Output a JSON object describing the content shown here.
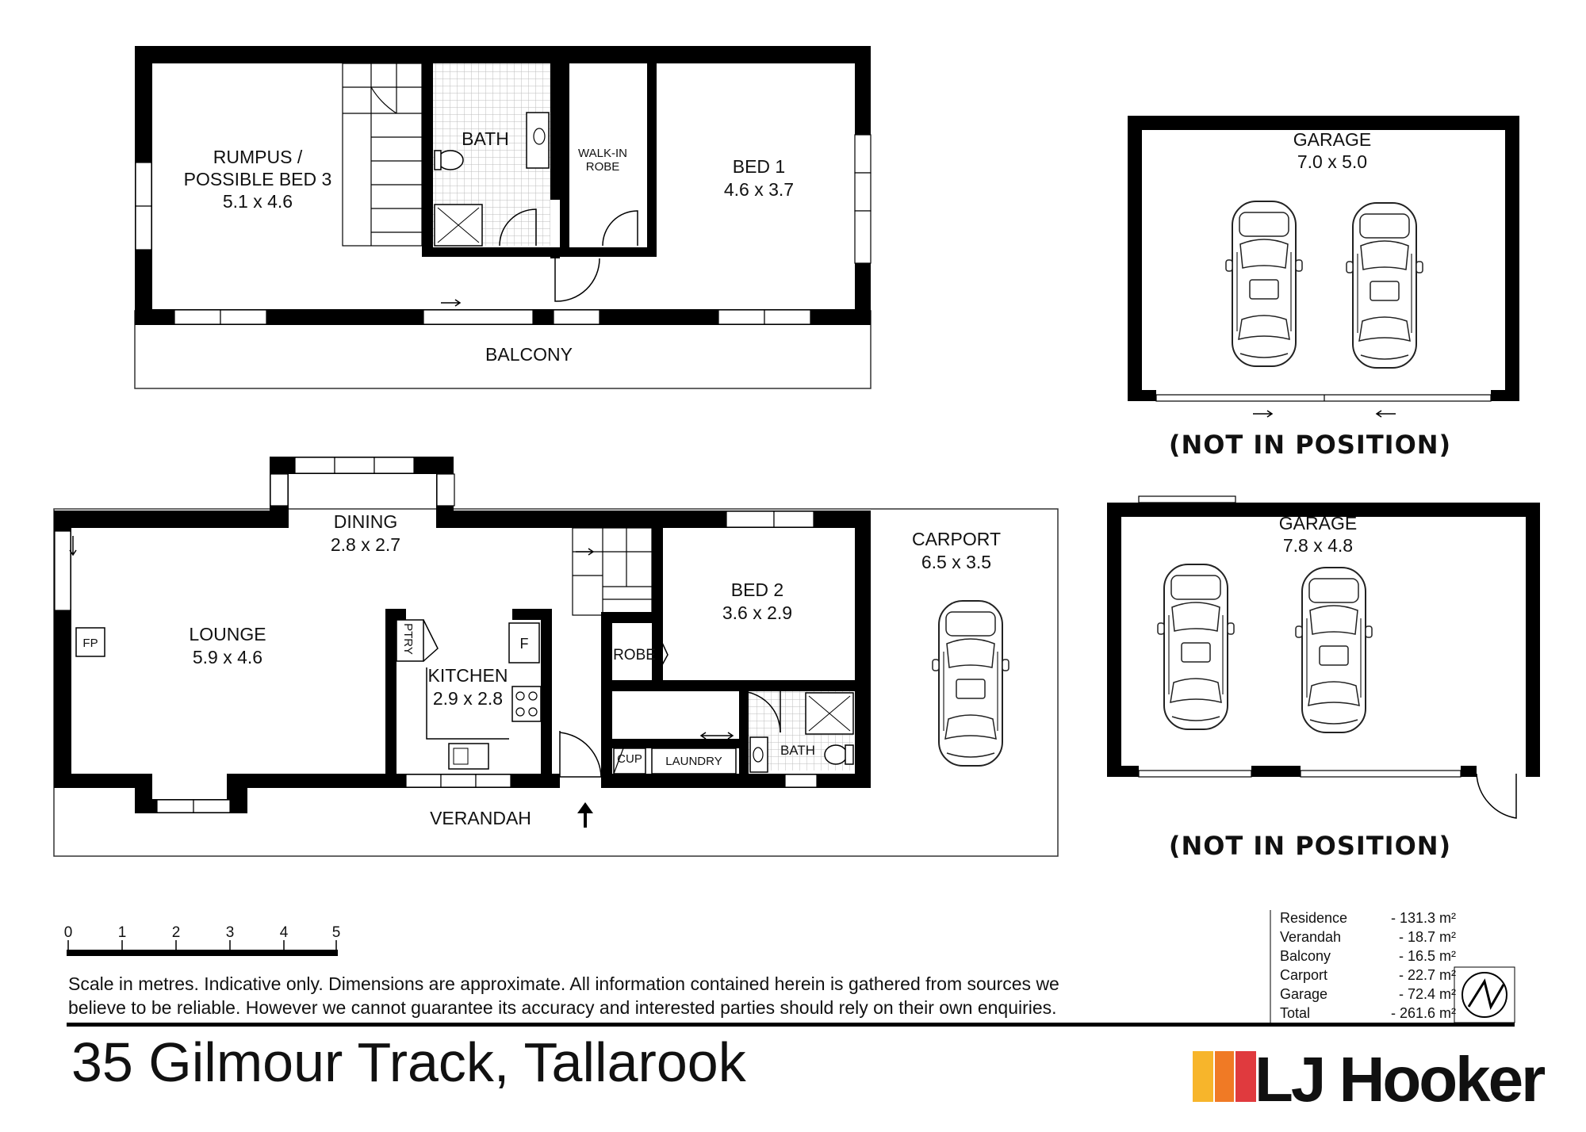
{
  "upper_floor": {
    "rumpus": [
      "RUMPUS /",
      "POSSIBLE BED 3",
      "5.1 x 4.6"
    ],
    "bath": "BATH",
    "walkin_robe": [
      "WALK-IN",
      "ROBE"
    ],
    "bed1": [
      "BED 1",
      "4.6 x 3.7"
    ],
    "balcony": "BALCONY"
  },
  "lower_floor": {
    "dining": [
      "DINING",
      "2.8 x 2.7"
    ],
    "lounge": [
      "LOUNGE",
      "5.9 x 4.6"
    ],
    "fireplace": "FP",
    "pantry": "PTRY",
    "fridge": "F",
    "kitchen": [
      "KITCHEN",
      "2.9 x 2.8"
    ],
    "bed2": [
      "BED 2",
      "3.6 x 2.9"
    ],
    "robe": "ROBE",
    "cupboard": "CUP",
    "laundry": "LAUNDRY",
    "bath": "BATH",
    "verandah": "VERANDAH",
    "carport": [
      "CARPORT",
      "6.5 x 3.5"
    ]
  },
  "garage_top": [
    "GARAGE",
    "7.0 x 5.0"
  ],
  "garage_bottom": [
    "GARAGE",
    "7.8 x 4.8"
  ],
  "not_in_position": "(NOT IN POSITION)",
  "scale": {
    "ticks": [
      "0",
      "1",
      "2",
      "3",
      "4",
      "5"
    ]
  },
  "disclaimer_line1": "Scale in metres. Indicative only. Dimensions are approximate. All information contained herein is gathered from sources we",
  "disclaimer_line2": "believe to be reliable. However we cannot guarantee  its accuracy and interested parties should rely on their own enquiries.",
  "areas": [
    {
      "label": "Residence",
      "value": "- 131.3 m²"
    },
    {
      "label": "Verandah",
      "value": "-   18.7 m²"
    },
    {
      "label": "Balcony",
      "value": "-   16.5 m²"
    },
    {
      "label": "Carport",
      "value": "-   22.7 m²"
    },
    {
      "label": "Garage",
      "value": "-   72.4 m²"
    },
    {
      "label": "Total",
      "value": "- 261.6 m²"
    }
  ],
  "address": "35 Gilmour Track, Tallarook",
  "brand": "LJ Hooker",
  "colors": {
    "brand_yellow": "#f7b52b",
    "brand_orange": "#f07a25",
    "brand_red": "#e03a3e",
    "wall": "#000000"
  }
}
